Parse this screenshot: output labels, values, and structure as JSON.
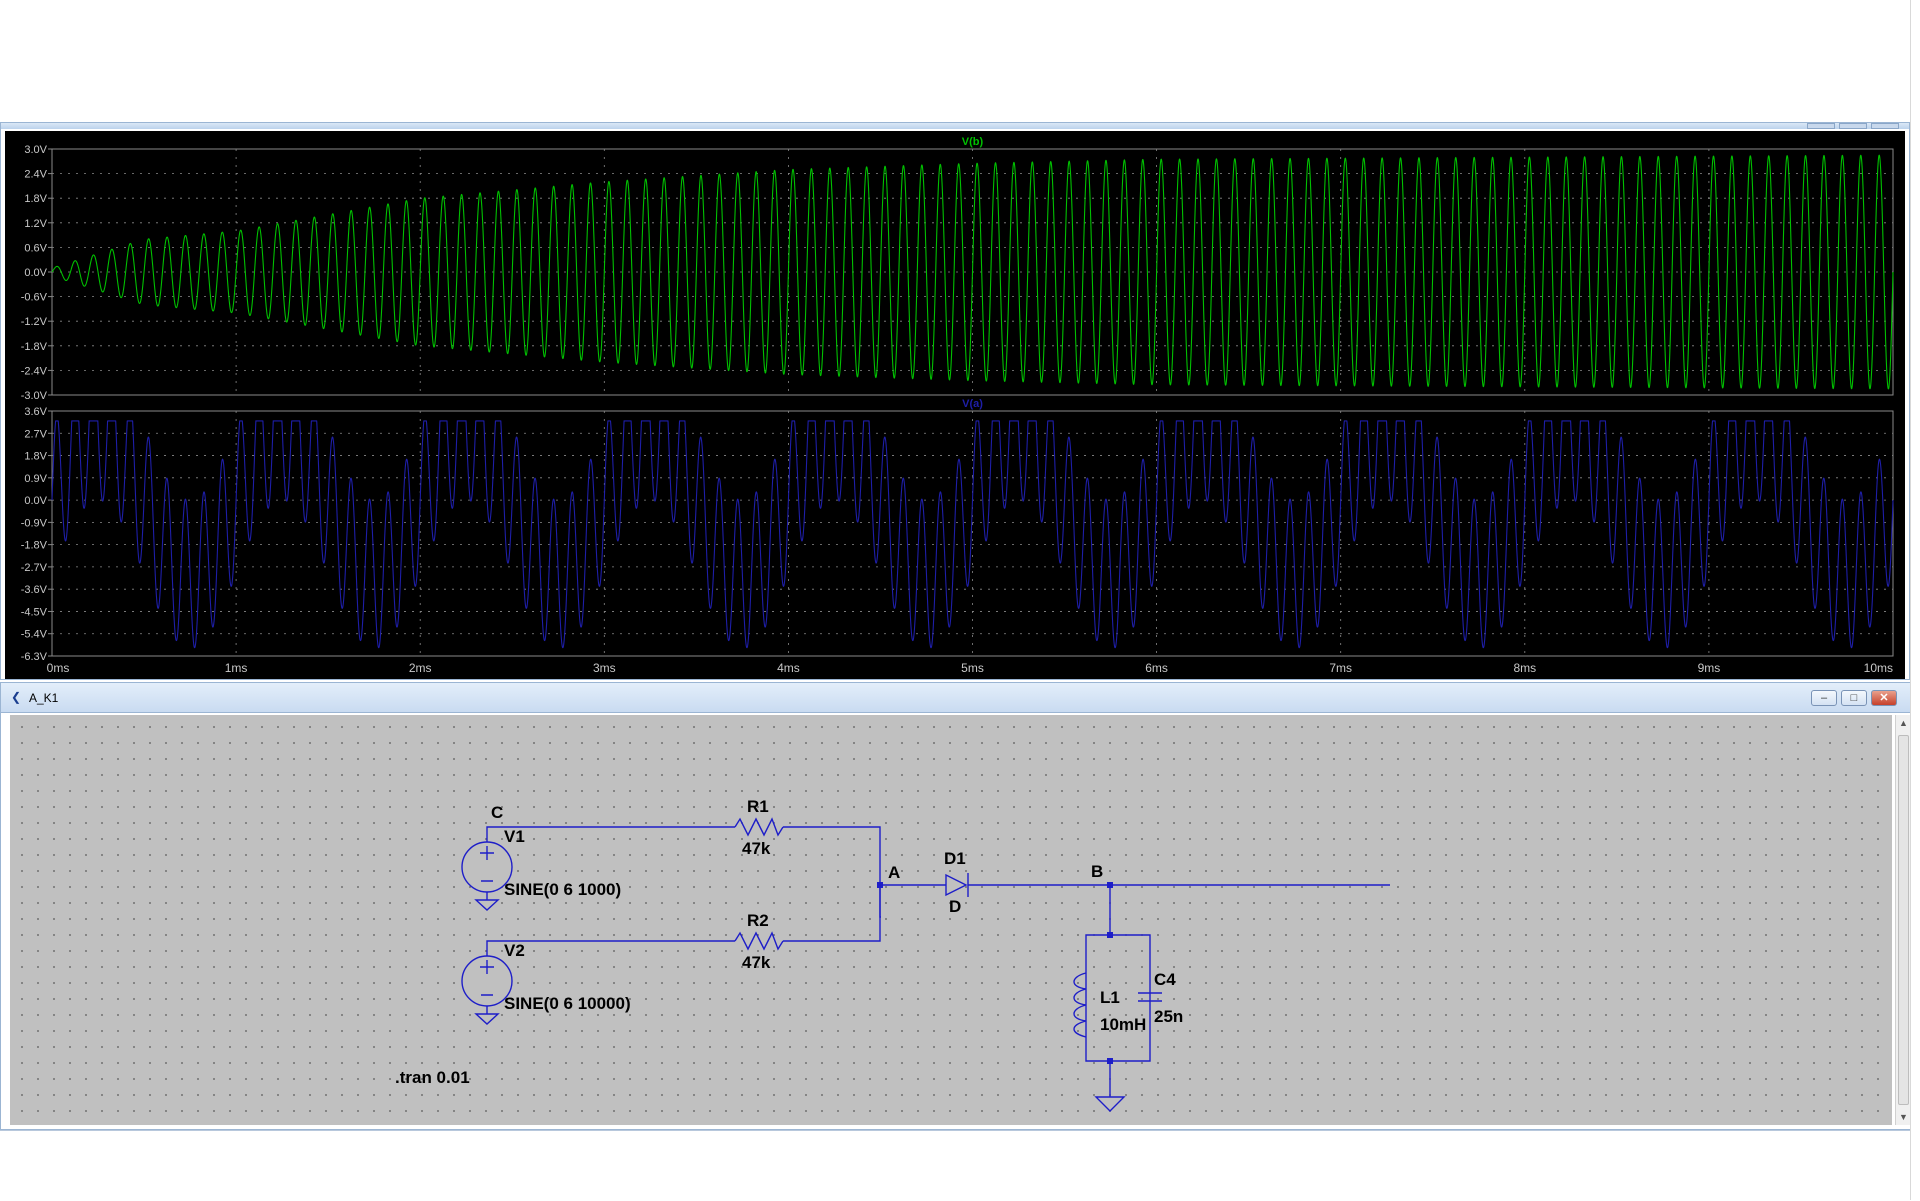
{
  "plot_window": {
    "panes": [
      {
        "trace_label": "V(b)",
        "trace_color": "#00c000",
        "y_ticks": [
          "3.0V",
          "2.4V",
          "1.8V",
          "1.2V",
          "0.6V",
          "0.0V",
          "-0.6V",
          "-1.2V",
          "-1.8V",
          "-2.4V",
          "-3.0V"
        ]
      },
      {
        "trace_label": "V(a)",
        "trace_color": "#1e1ea8",
        "y_ticks": [
          "3.6V",
          "2.7V",
          "1.8V",
          "0.9V",
          "0.0V",
          "-0.9V",
          "-1.8V",
          "-2.7V",
          "-3.6V",
          "-4.5V",
          "-5.4V",
          "-6.3V"
        ]
      }
    ],
    "x_ticks": [
      "0ms",
      "1ms",
      "2ms",
      "3ms",
      "4ms",
      "5ms",
      "6ms",
      "7ms",
      "8ms",
      "9ms",
      "10ms"
    ]
  },
  "chart_data": [
    {
      "type": "line",
      "title": "V(b)",
      "xlabel": "",
      "ylabel": "",
      "x_unit": "ms",
      "xlim": [
        0,
        10
      ],
      "ylim": [
        -3.0,
        3.0
      ],
      "grid": true,
      "series": [
        {
          "name": "V(b)",
          "frequency_hz": 10000,
          "envelope_time_ms": [
            0,
            0.5,
            1,
            2,
            3,
            4,
            5,
            6,
            8,
            10
          ],
          "envelope_amplitude_v": [
            0.1,
            0.8,
            1.0,
            1.8,
            2.2,
            2.5,
            2.65,
            2.75,
            2.8,
            2.85
          ]
        }
      ]
    },
    {
      "type": "line",
      "title": "V(a)",
      "xlabel": "",
      "ylabel": "",
      "x_unit": "ms",
      "xlim": [
        0,
        10
      ],
      "ylim": [
        -6.3,
        3.6
      ],
      "grid": true,
      "series": [
        {
          "name": "V(a)",
          "components": [
            {
              "frequency_hz": 1000,
              "amplitude_v": 3.0
            },
            {
              "frequency_hz": 10000,
              "amplitude_v": 3.0
            }
          ],
          "clip_high_v": 3.2
        }
      ]
    }
  ],
  "schematic_window": {
    "title": "A_K1",
    "buttons": {
      "minimize": "–",
      "restore": "□",
      "close": "✕"
    },
    "labels": {
      "net_c": "C",
      "net_a": "A",
      "net_b": "B",
      "v1_name": "V1",
      "v1_value": "SINE(0 6 1000)",
      "v2_name": "V2",
      "v2_value": "SINE(0 6 10000)",
      "r1_name": "R1",
      "r1_value": "47k",
      "r2_name": "R2",
      "r2_value": "47k",
      "d1_name": "D1",
      "d1_value": "D",
      "l1_name": "L1",
      "l1_value": "10mH",
      "c4_name": "C4",
      "c4_value": "25n",
      "directive": ".tran 0.01"
    }
  },
  "colors": {
    "wire": "#1e1ec8",
    "plot_background": "#000000",
    "schematic_background": "#c0c0c0"
  }
}
